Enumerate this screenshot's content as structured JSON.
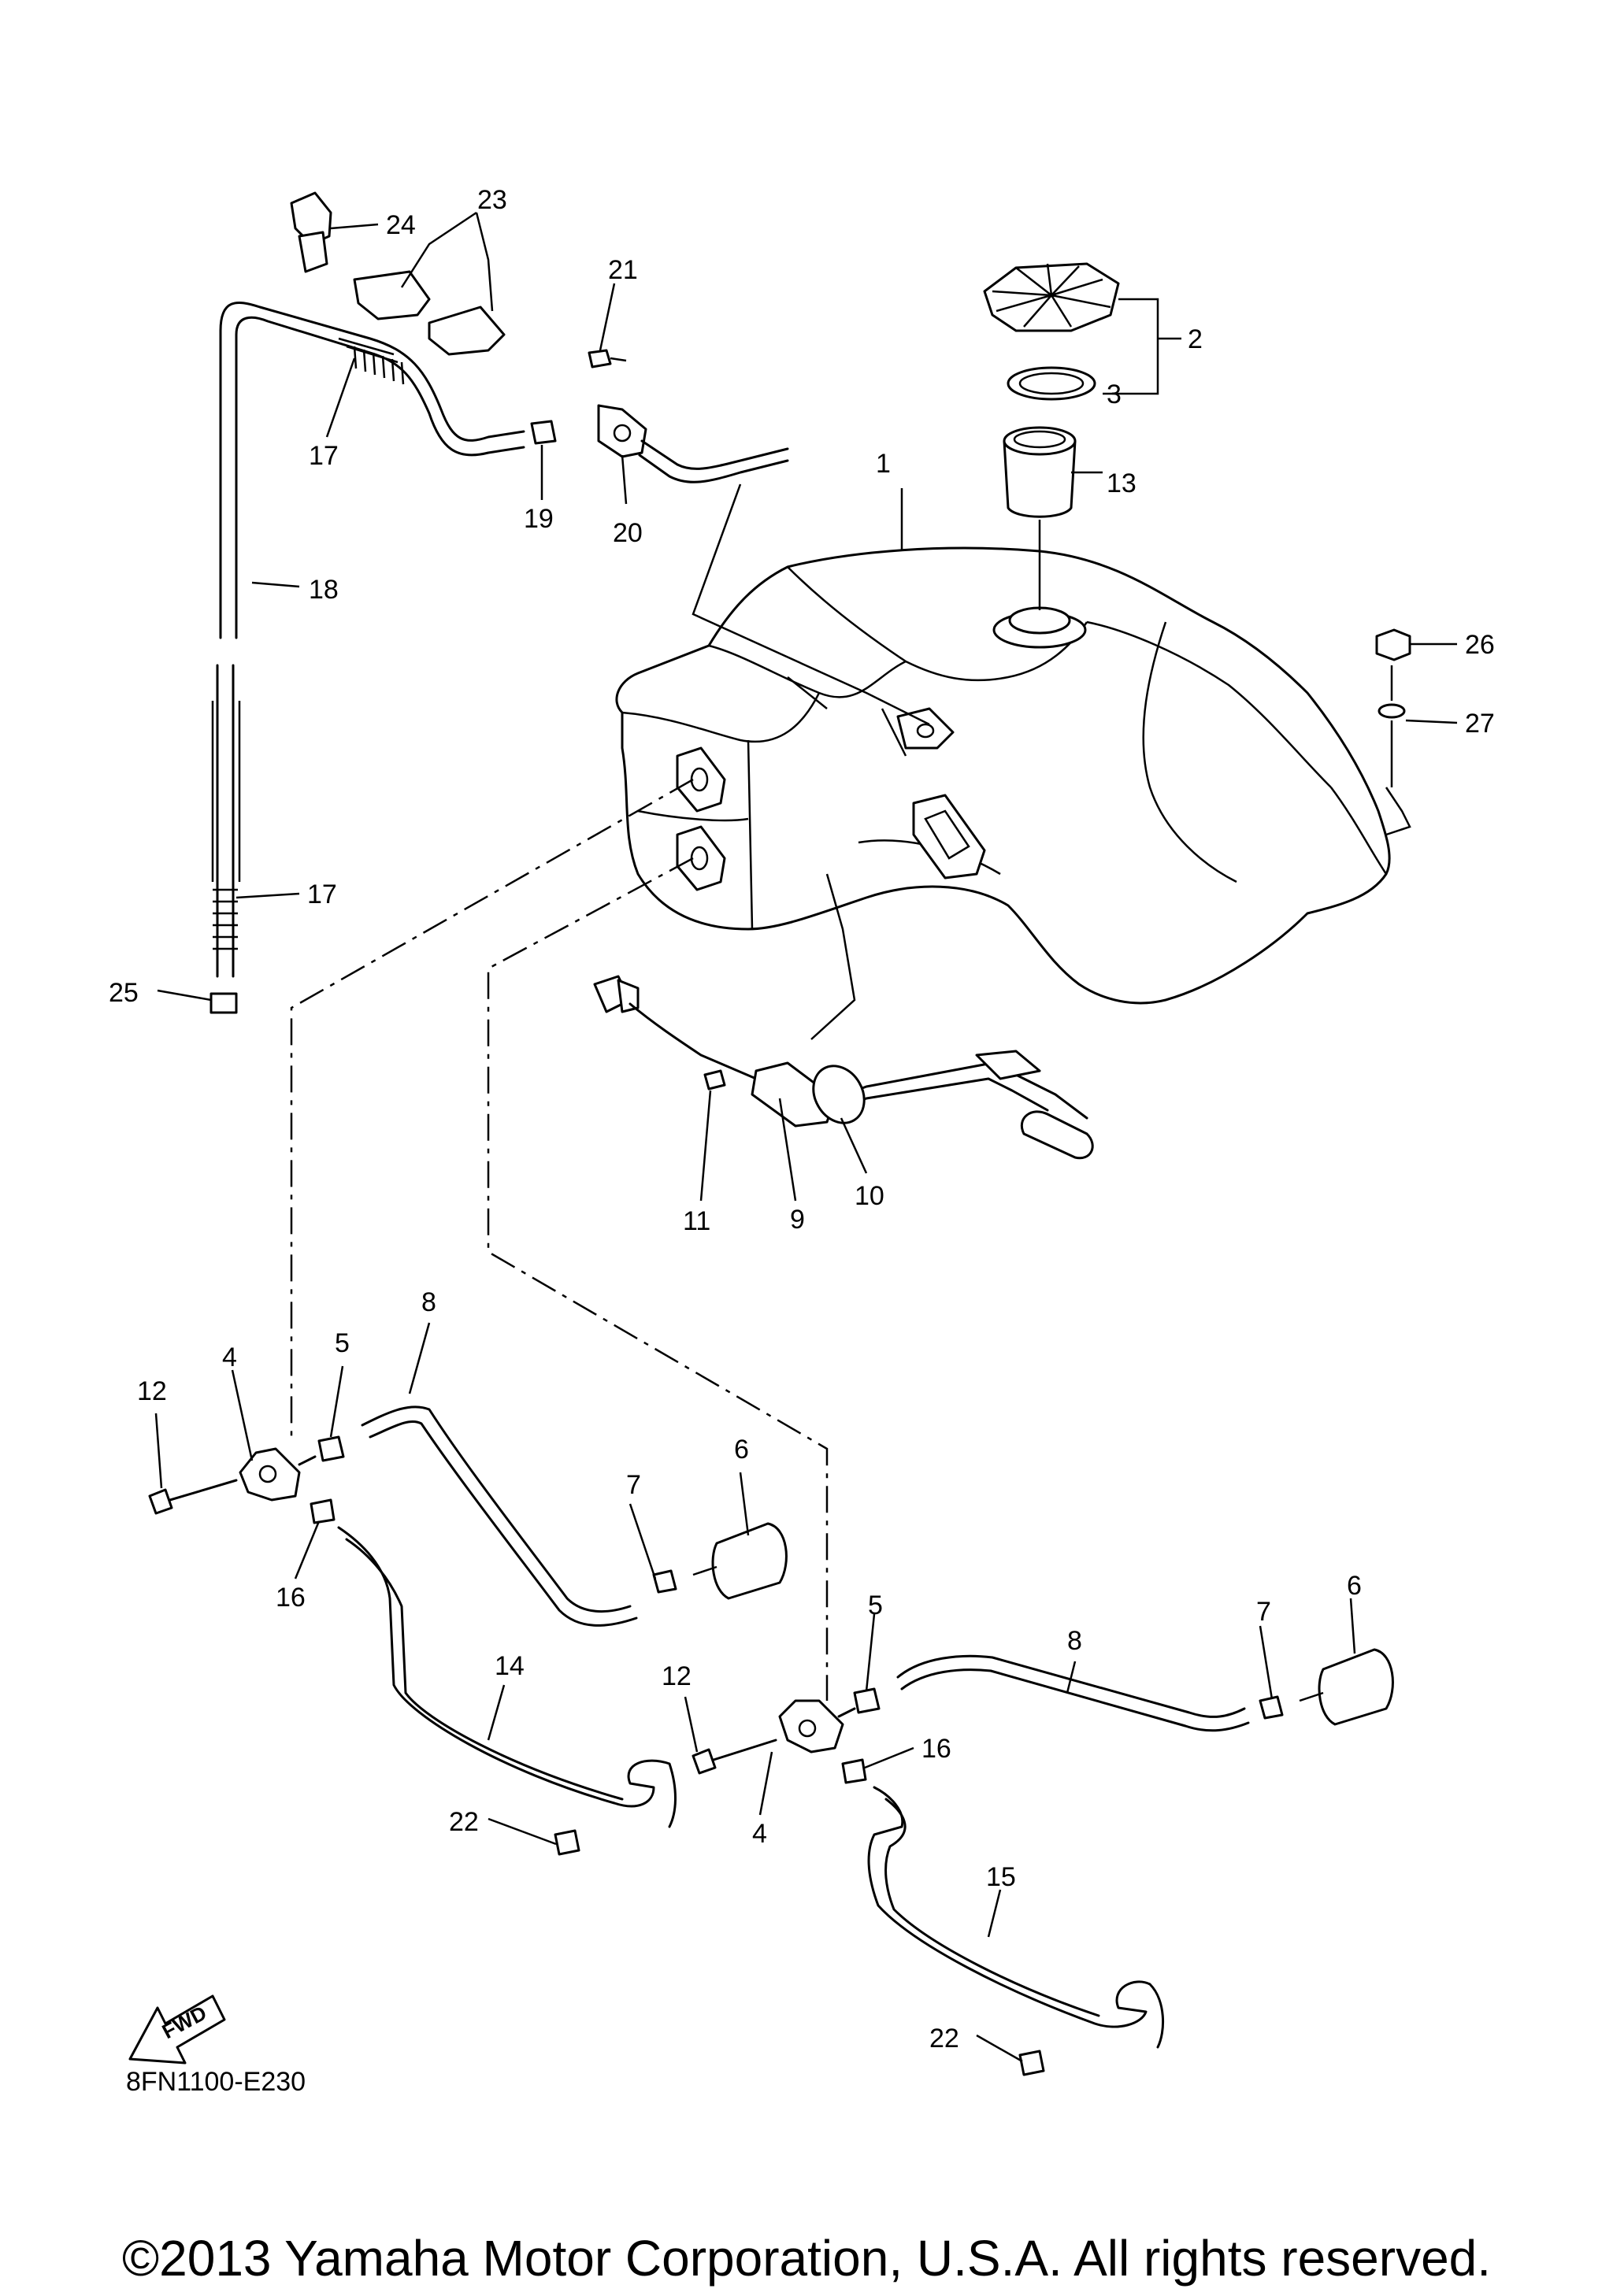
{
  "diagram_code": "8FN1100-E230",
  "copyright": "©2013 Yamaha Motor Corporation, U.S.A. All rights reserved.",
  "fwd_label": "FWD",
  "callouts": {
    "c1": "1",
    "c2": "2",
    "c3": "3",
    "c4a": "4",
    "c4b": "4",
    "c5a": "5",
    "c5b": "5",
    "c6a": "6",
    "c6b": "6",
    "c7a": "7",
    "c7b": "7",
    "c8a": "8",
    "c8b": "8",
    "c9": "9",
    "c10": "10",
    "c11": "11",
    "c12a": "12",
    "c12b": "12",
    "c13": "13",
    "c14": "14",
    "c15": "15",
    "c16a": "16",
    "c16b": "16",
    "c17a": "17",
    "c17b": "17",
    "c18": "18",
    "c19": "19",
    "c20": "20",
    "c21": "21",
    "c22a": "22",
    "c22b": "22",
    "c23": "23",
    "c24": "24",
    "c25": "25",
    "c26": "26",
    "c27": "27"
  }
}
